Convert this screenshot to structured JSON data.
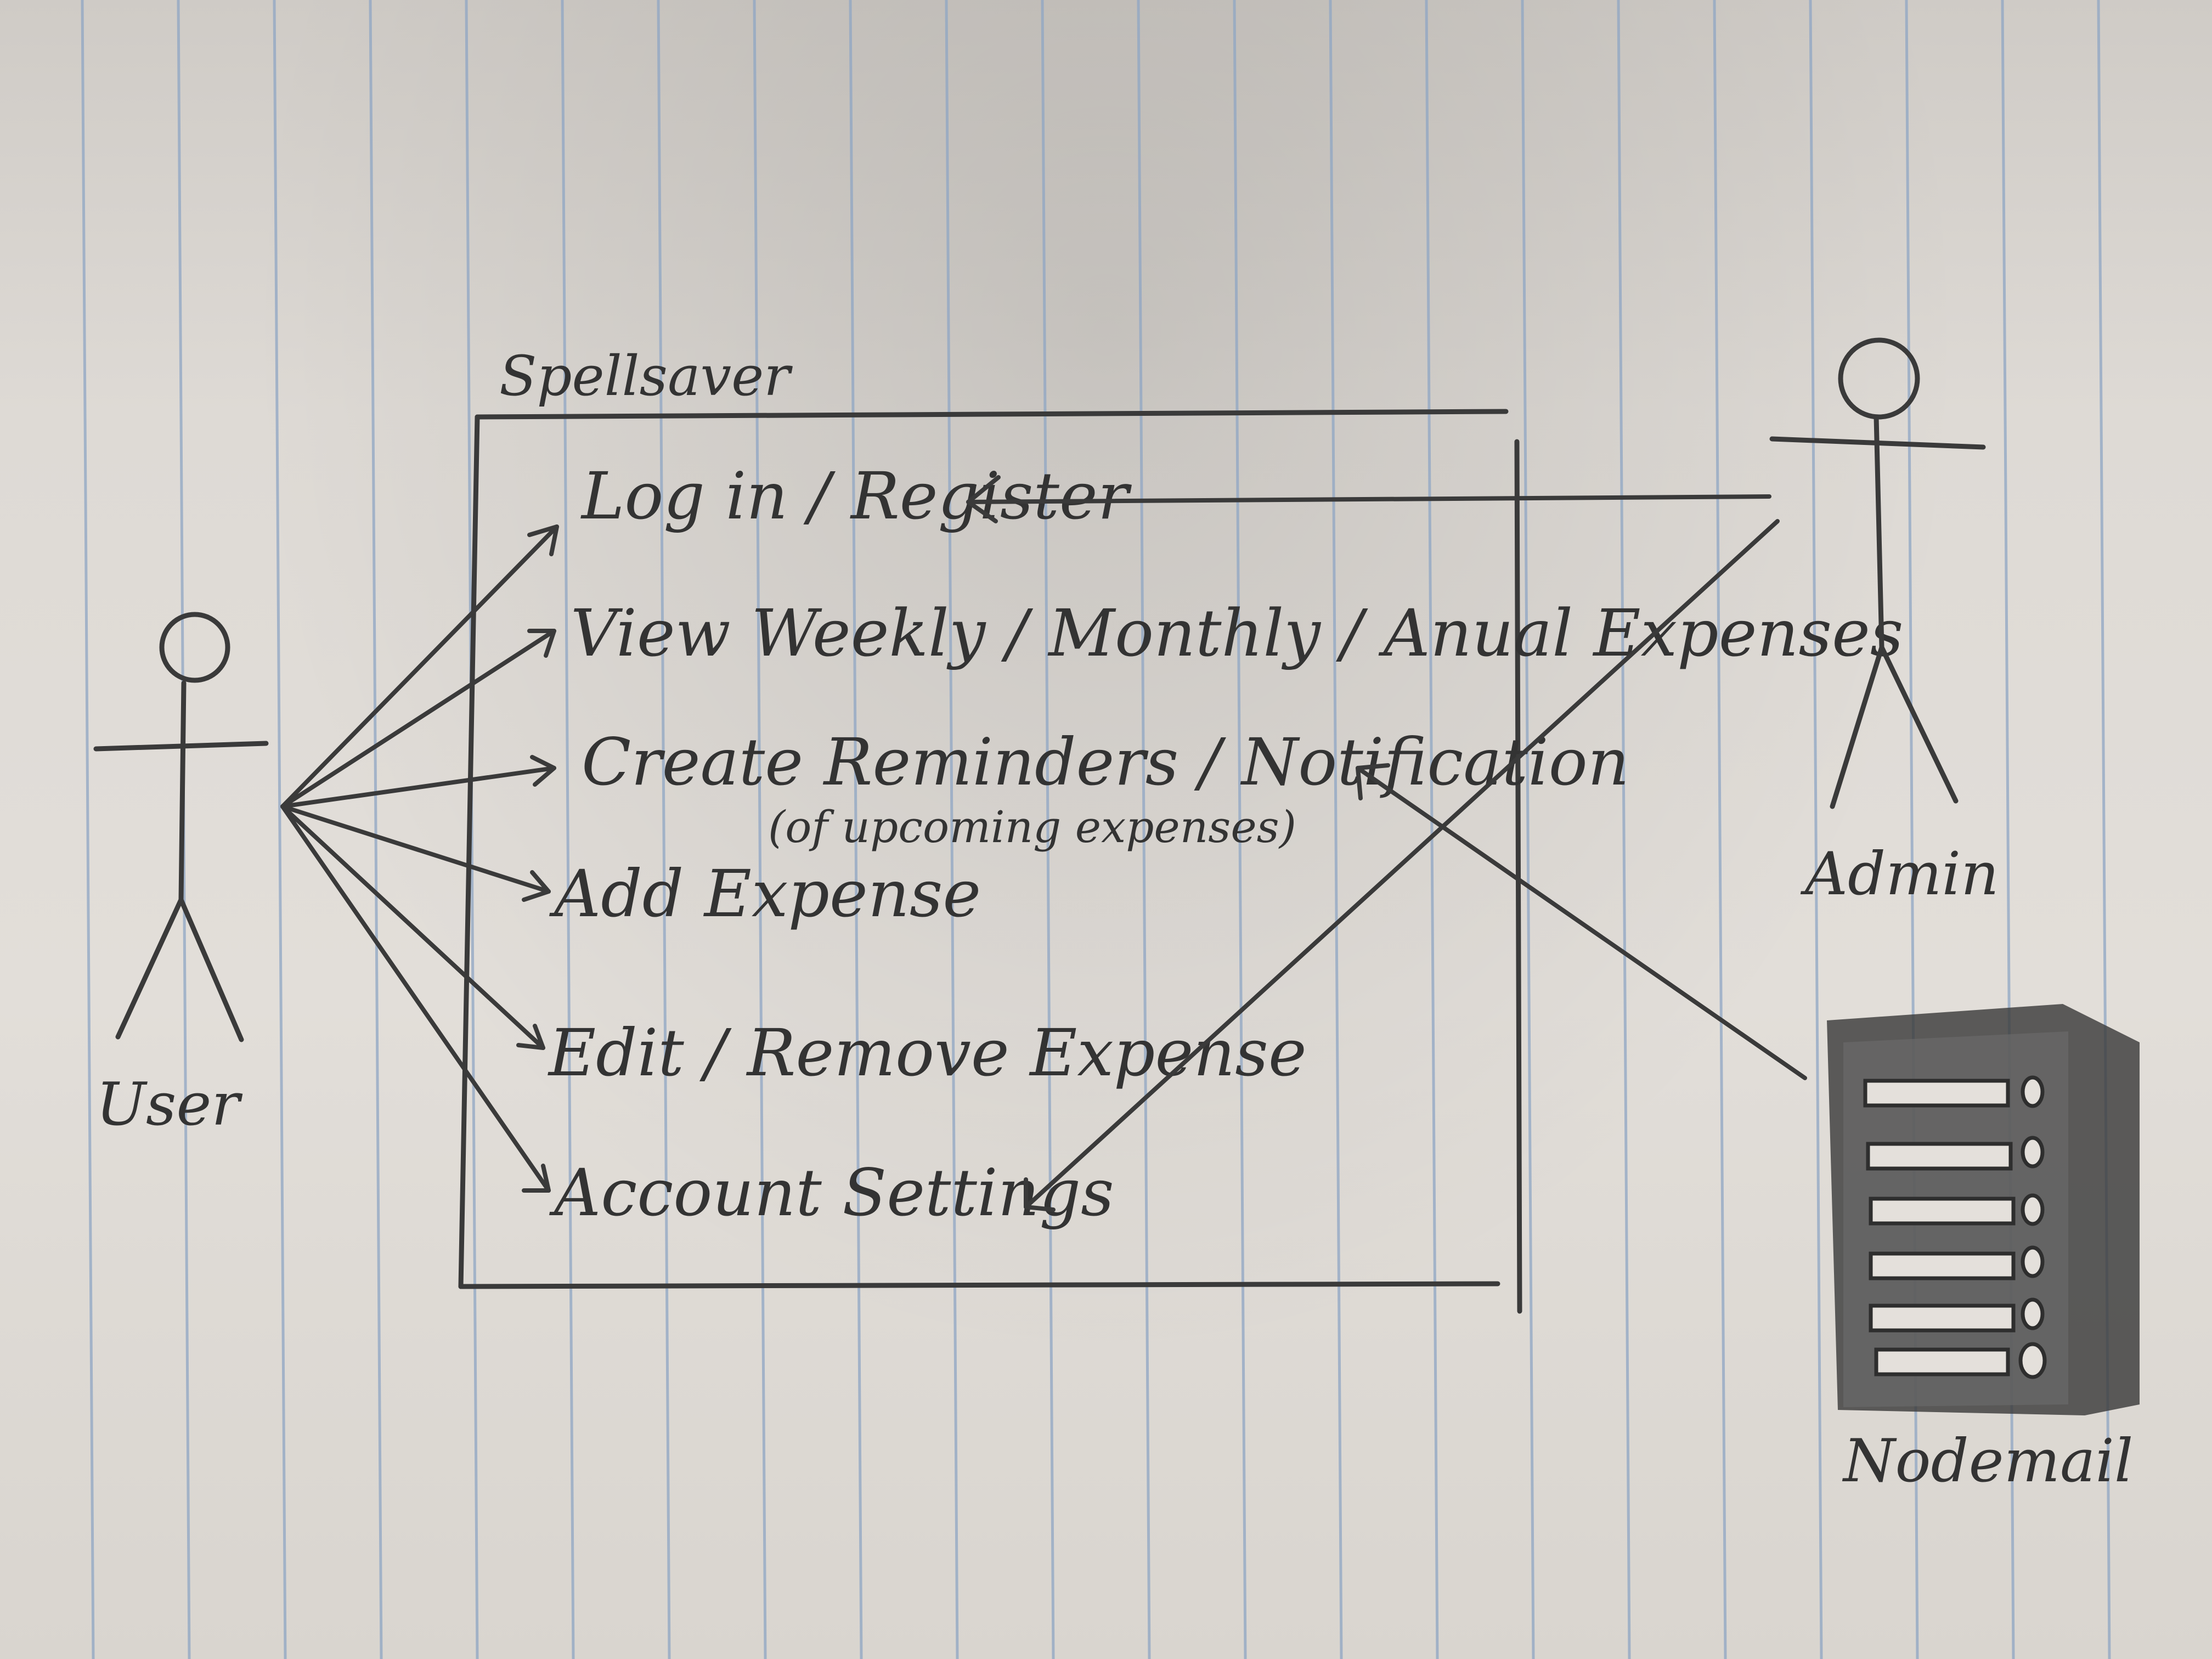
{
  "system": {
    "name": "Spellsaver"
  },
  "use_cases": [
    {
      "label": "Log in / Register"
    },
    {
      "label": "View Weekly / Monthly / Anual Expenses"
    },
    {
      "label": "Create Reminders / Notification",
      "note": "(of upcoming expenses)"
    },
    {
      "label": "Add Expense"
    },
    {
      "label": "Edit / Remove Expense"
    },
    {
      "label": "Account Settings"
    }
  ],
  "actors": {
    "user": {
      "label": "User",
      "icon": "stick-figure-icon"
    },
    "admin": {
      "label": "Admin",
      "icon": "stick-figure-icon"
    },
    "nodemail": {
      "label": "Nodemail",
      "icon": "server-icon"
    }
  },
  "colors": {
    "paper": "#dedad5",
    "pencil": "#3a3a3a",
    "rule": "#8fa6c4"
  }
}
